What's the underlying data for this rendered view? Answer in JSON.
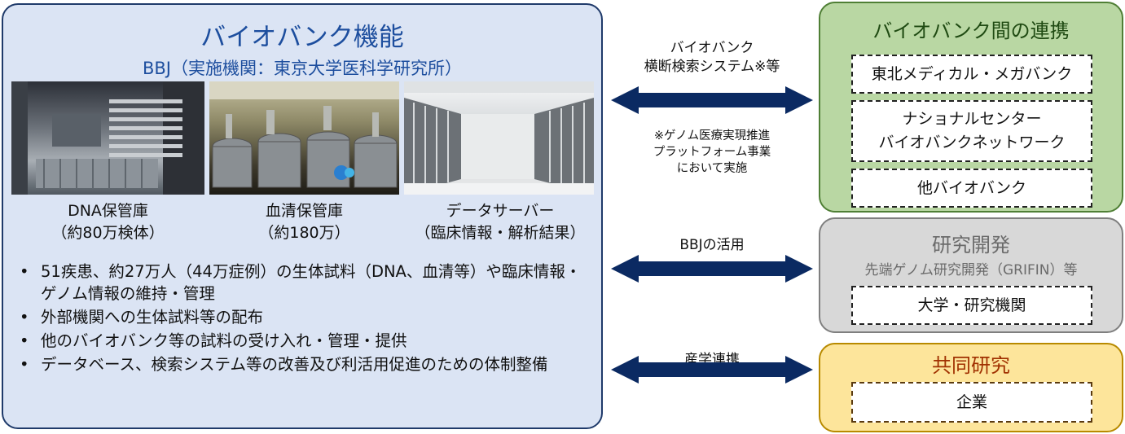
{
  "left_panel": {
    "title": "バイオバンク機能",
    "subtitle": "BBJ（実施機関：東京大学医科学研究所）",
    "photos": [
      {
        "caption_line1": "DNA保管庫",
        "caption_line2": "（約80万検体）"
      },
      {
        "caption_line1": "血清保管庫",
        "caption_line2": "（約180万）"
      },
      {
        "caption_line1": "データサーバー",
        "caption_line2": "（臨床情報・解析結果）"
      }
    ],
    "bullets": [
      "51疾患、約27万人（44万症例）の生体試料（DNA、血清等）や臨床情報・ゲノム情報の維持・管理",
      "外部機関への生体試料等の配布",
      "他のバイオバンク等の試料の受け入れ・管理・提供",
      "データベース、検索システム等の改善及び利活用促進のための体制整備"
    ]
  },
  "middle": {
    "label1_line1": "バイオバンク",
    "label1_line2": "横断検索システム※等",
    "note_line1": "※ゲノム医療実現推進",
    "note_line2": "プラットフォーム事業",
    "note_line3": "において実施",
    "label2": "BBJの活用",
    "label3": "産学連携"
  },
  "right": {
    "collab": {
      "title": "バイオバンク間の連携",
      "items": [
        {
          "line1": "東北メディカル・メガバンク",
          "line2": ""
        },
        {
          "line1": "ナショナルセンター",
          "line2": "バイオバンクネットワーク"
        },
        {
          "line1": "他バイオバンク",
          "line2": ""
        }
      ]
    },
    "research": {
      "title": "研究開発",
      "subtitle": "先端ゲノム研究開発（GRIFIN）等",
      "item": "大学・研究機関"
    },
    "joint": {
      "title": "共同研究",
      "item": "企業"
    }
  },
  "colors": {
    "left_bg": "#dbe4f4",
    "title_blue": "#1d4e9e",
    "arrow": "#0b2a62",
    "collab_bg": "#b9d7a3",
    "research_bg": "#d8d8d8",
    "joint_bg": "#fde59b"
  }
}
